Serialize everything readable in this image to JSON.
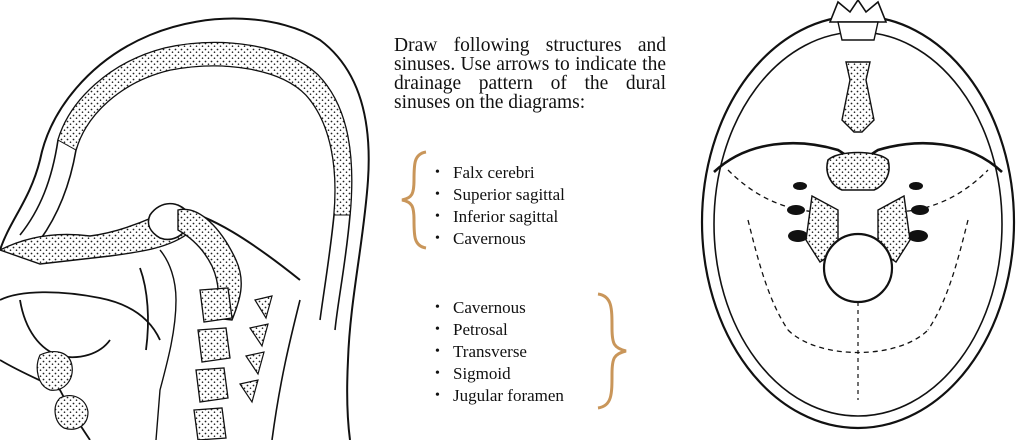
{
  "instructions": "Draw following structures and sinuses. Use arrows to indicate the drainage pattern of the dural sinuses on the diagrams:",
  "lists": {
    "upper": [
      "Falx cerebri",
      "Superior sagittal",
      "Inferior sagittal",
      "Cavernous"
    ],
    "lower": [
      "Cavernous",
      "Petrosal",
      "Transverse",
      "Sigmoid",
      "Jugular foramen"
    ]
  },
  "bullet": "•",
  "colors": {
    "brace": "#c9965a",
    "ink": "#111111",
    "background": "#ffffff"
  }
}
